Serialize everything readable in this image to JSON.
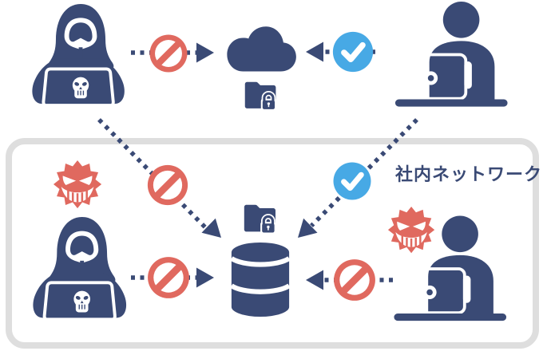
{
  "colors": {
    "navy": "#3a4a75",
    "red": "#e0695f",
    "blue": "#47a9e5",
    "box_border": "#dedede",
    "box_bg": "#ffffff",
    "page_bg": "#ffffff"
  },
  "network_box": {
    "label": "社内ネットワーク"
  },
  "nodes": [
    {
      "id": "external-hacker",
      "icon": "hacker-icon",
      "zone": "internet"
    },
    {
      "id": "cloud",
      "icon": "cloud-icon",
      "zone": "internet"
    },
    {
      "id": "cloud-locked-folder",
      "icon": "locked-folder-icon",
      "zone": "internet"
    },
    {
      "id": "external-user",
      "icon": "user-laptop-icon",
      "zone": "internet"
    },
    {
      "id": "internal-malware",
      "icon": "virus-icon",
      "zone": "internal-network"
    },
    {
      "id": "internal-hacker",
      "icon": "hacker-icon",
      "zone": "internal-network"
    },
    {
      "id": "database-locked-folder",
      "icon": "locked-folder-icon",
      "zone": "internal-network"
    },
    {
      "id": "database",
      "icon": "database-icon",
      "zone": "internal-network"
    },
    {
      "id": "internal-user-malware",
      "icon": "virus-icon",
      "zone": "internal-network"
    },
    {
      "id": "internal-user",
      "icon": "user-laptop-icon",
      "zone": "internal-network"
    }
  ],
  "flows": [
    {
      "from": "external-hacker",
      "to": "cloud",
      "status": "blocked",
      "badge": "prohibition-icon"
    },
    {
      "from": "external-user",
      "to": "cloud",
      "status": "allowed",
      "badge": "check-icon"
    },
    {
      "from": "external-hacker",
      "to": "database",
      "status": "blocked",
      "badge": "prohibition-icon"
    },
    {
      "from": "external-user",
      "to": "database",
      "status": "allowed",
      "badge": "check-icon"
    },
    {
      "from": "internal-hacker",
      "to": "database",
      "status": "blocked",
      "badge": "prohibition-icon"
    },
    {
      "from": "internal-user",
      "to": "database",
      "status": "blocked",
      "badge": "prohibition-icon"
    }
  ]
}
